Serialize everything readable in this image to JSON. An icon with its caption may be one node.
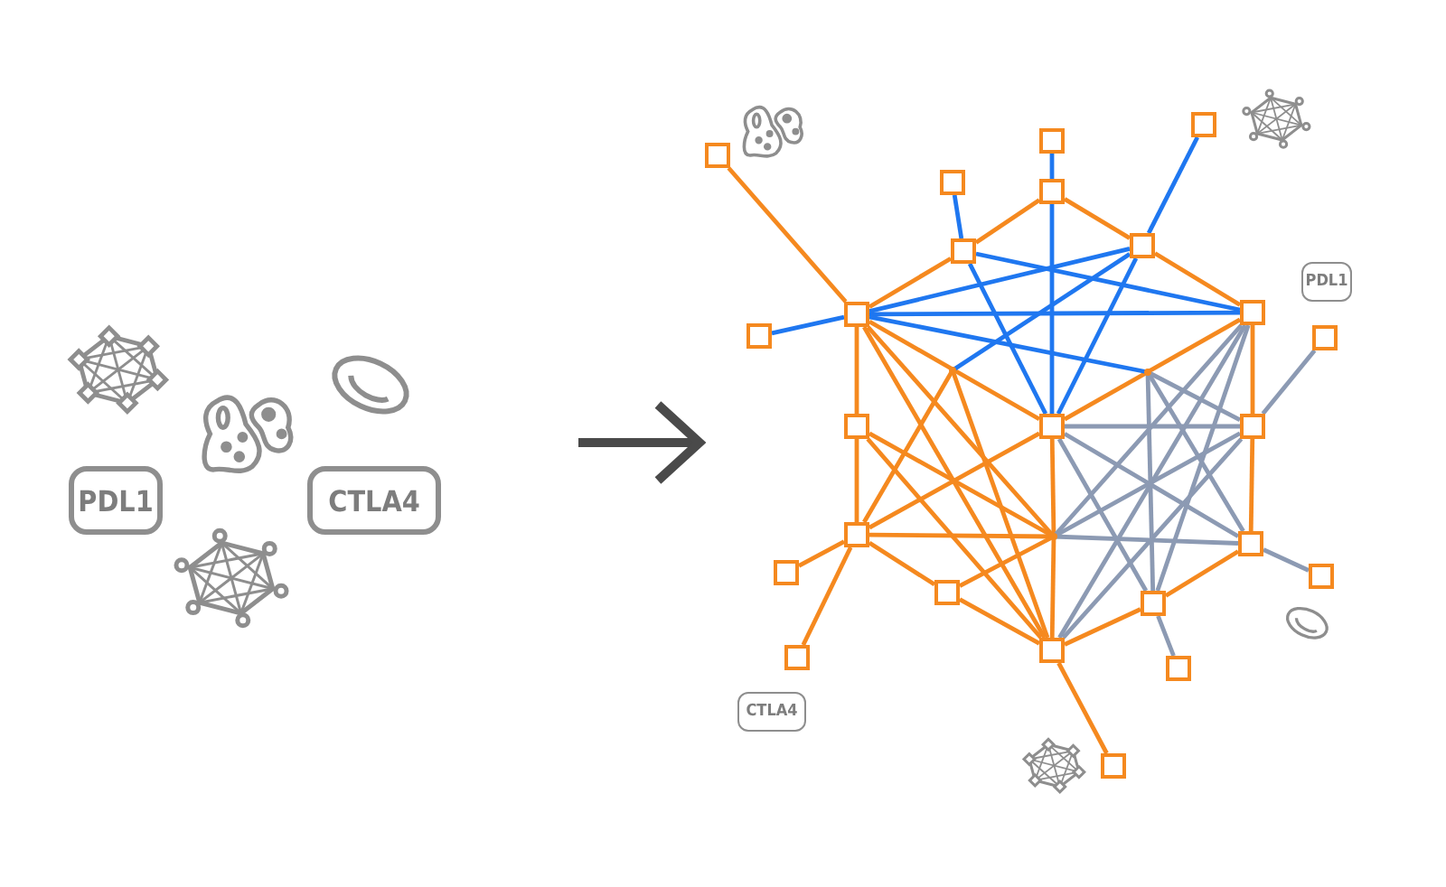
{
  "diagram": {
    "nodes": [
      {
        "text": [
          "PDL1"
        ]
      },
      {
        "text": [
          "CTLA4"
        ]
      },
      {
        "text": [],
        "shape": "box"
      },
      {
        "text": [],
        "shape": "box"
      },
      {
        "text": [],
        "shape": "box"
      },
      {
        "text": [],
        "shape": "box"
      },
      {
        "text": [],
        "shape": "box"
      },
      {
        "text": [],
        "shape": "box"
      },
      {
        "text": [],
        "shape": "box"
      },
      {
        "text": [
          "PDL1"
        ]
      },
      {
        "text": [],
        "shape": "box"
      },
      {
        "text": [],
        "shape": "box"
      },
      {
        "text": [],
        "shape": "box"
      },
      {
        "text": [],
        "shape": "box"
      },
      {
        "text": [],
        "shape": "dot"
      },
      {
        "text": [],
        "shape": "dot"
      },
      {
        "text": [],
        "shape": "box"
      },
      {
        "text": [],
        "shape": "box"
      },
      {
        "text": [],
        "shape": "box"
      },
      {
        "text": [],
        "shape": "box"
      },
      {
        "text": [],
        "shape": "dot"
      },
      {
        "text": [],
        "shape": "box"
      },
      {
        "text": [],
        "shape": "box"
      },
      {
        "text": [],
        "shape": "box"
      },
      {
        "text": [],
        "shape": "box"
      },
      {
        "text": [],
        "shape": "box"
      },
      {
        "text": [],
        "shape": "box"
      },
      {
        "text": [],
        "shape": "box"
      },
      {
        "text": [],
        "shape": "box"
      },
      {
        "text": [
          "CTLA4"
        ]
      },
      {
        "text": [],
        "shape": "box"
      }
    ],
    "edges": [
      {
        "from": 4,
        "to": 11,
        "arrow": "none"
      },
      {
        "from": 11,
        "to": 8,
        "arrow": "none"
      },
      {
        "from": 8,
        "to": 6,
        "arrow": "none"
      },
      {
        "from": 6,
        "to": 7,
        "arrow": "none"
      },
      {
        "from": 7,
        "to": 10,
        "arrow": "none"
      },
      {
        "from": 11,
        "to": 16,
        "arrow": "none"
      },
      {
        "from": 16,
        "to": 19,
        "arrow": "none"
      },
      {
        "from": 19,
        "to": 24,
        "arrow": "none"
      },
      {
        "from": 24,
        "to": 26,
        "arrow": "none"
      },
      {
        "from": 26,
        "to": 25,
        "arrow": "none"
      },
      {
        "from": 25,
        "to": 21,
        "arrow": "none"
      },
      {
        "from": 21,
        "to": 18,
        "arrow": "none"
      },
      {
        "from": 18,
        "to": 10,
        "arrow": "none"
      },
      {
        "from": 17,
        "to": 20,
        "arrow": "none"
      },
      {
        "from": 20,
        "to": 26,
        "arrow": "none"
      },
      {
        "from": 10,
        "to": 17,
        "arrow": "none"
      },
      {
        "from": 19,
        "to": 22,
        "arrow": "none"
      },
      {
        "from": 19,
        "to": 27,
        "arrow": "none"
      },
      {
        "from": 26,
        "to": 30,
        "arrow": "none"
      },
      {
        "from": 11,
        "to": 17,
        "arrow": "none"
      },
      {
        "from": 11,
        "to": 20,
        "arrow": "none"
      },
      {
        "from": 11,
        "to": 26,
        "arrow": "none"
      },
      {
        "from": 16,
        "to": 20,
        "arrow": "none"
      },
      {
        "from": 16,
        "to": 26,
        "arrow": "none"
      },
      {
        "from": 19,
        "to": 17,
        "arrow": "none"
      },
      {
        "from": 19,
        "to": 20,
        "arrow": "none"
      },
      {
        "from": 24,
        "to": 20,
        "arrow": "none"
      },
      {
        "from": 14,
        "to": 19,
        "arrow": "none"
      },
      {
        "from": 14,
        "to": 26,
        "arrow": "none"
      },
      {
        "from": 12,
        "to": 11,
        "arrow": "none",
        "color": "#1f77f0"
      },
      {
        "from": 5,
        "to": 8,
        "arrow": "none",
        "color": "#1f77f0"
      },
      {
        "from": 3,
        "to": 6,
        "arrow": "none",
        "color": "#1f77f0"
      },
      {
        "from": 2,
        "to": 7,
        "arrow": "none",
        "color": "#1f77f0"
      },
      {
        "from": 11,
        "to": 10,
        "arrow": "none",
        "color": "#1f77f0"
      },
      {
        "from": 11,
        "to": 7,
        "arrow": "none",
        "color": "#1f77f0"
      },
      {
        "from": 8,
        "to": 10,
        "arrow": "none",
        "color": "#1f77f0"
      },
      {
        "from": 8,
        "to": 17,
        "arrow": "none",
        "color": "#1f77f0"
      },
      {
        "from": 6,
        "to": 17,
        "arrow": "none",
        "color": "#1f77f0"
      },
      {
        "from": 7,
        "to": 17,
        "arrow": "none",
        "color": "#1f77f0"
      },
      {
        "from": 7,
        "to": 14,
        "arrow": "none",
        "color": "#1f77f0"
      },
      {
        "from": 11,
        "to": 15,
        "arrow": "none",
        "color": "#1f77f0"
      },
      {
        "from": 13,
        "to": 18,
        "arrow": "none",
        "color": "#8c9ab3"
      },
      {
        "from": 23,
        "to": 21,
        "arrow": "none",
        "color": "#8c9ab3"
      },
      {
        "from": 28,
        "to": 25,
        "arrow": "none",
        "color": "#8c9ab3"
      },
      {
        "from": 17,
        "to": 18,
        "arrow": "none",
        "color": "#8c9ab3"
      },
      {
        "from": 20,
        "to": 21,
        "arrow": "none",
        "color": "#8c9ab3"
      },
      {
        "from": 10,
        "to": 20,
        "arrow": "none",
        "color": "#8c9ab3"
      },
      {
        "from": 10,
        "to": 26,
        "arrow": "none",
        "color": "#8c9ab3"
      },
      {
        "from": 10,
        "to": 25,
        "arrow": "none",
        "color": "#8c9ab3"
      },
      {
        "from": 18,
        "to": 20,
        "arrow": "none",
        "color": "#8c9ab3"
      },
      {
        "from": 18,
        "to": 26,
        "arrow": "none",
        "color": "#8c9ab3"
      },
      {
        "from": 15,
        "to": 21,
        "arrow": "none",
        "color": "#8c9ab3"
      },
      {
        "from": 15,
        "to": 25,
        "arrow": "none",
        "color": "#8c9ab3"
      },
      {
        "from": 17,
        "to": 21,
        "arrow": "none",
        "color": "#8c9ab3"
      },
      {
        "from": 17,
        "to": 25,
        "arrow": "none",
        "color": "#8c9ab3"
      },
      {
        "from": 15,
        "to": 18,
        "arrow": "none",
        "color": "#8c9ab3"
      }
    ]
  }
}
